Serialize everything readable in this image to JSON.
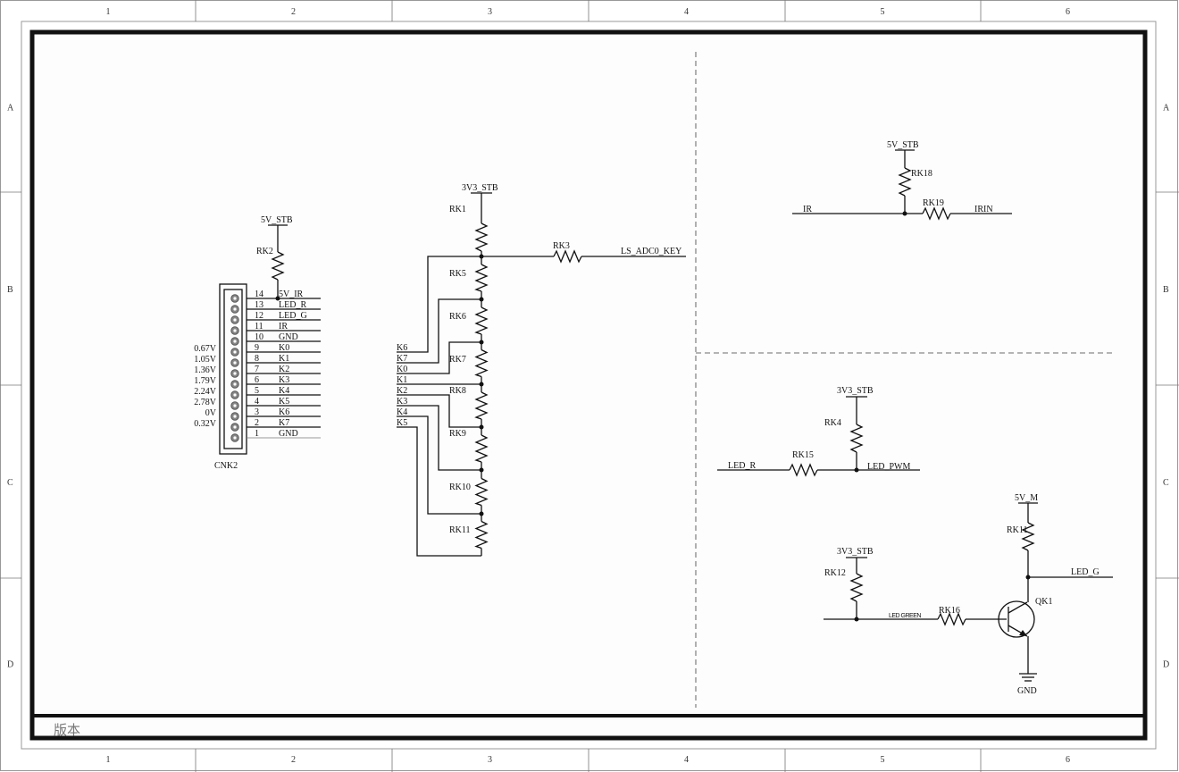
{
  "frame": {
    "columns": [
      "1",
      "2",
      "3",
      "4",
      "5",
      "6"
    ],
    "rows": [
      "A",
      "B",
      "C",
      "D"
    ],
    "title_block_label": "版本"
  },
  "connector": {
    "name": "CNK2",
    "power": "5V_STB",
    "resistor": "RK2",
    "pins": [
      {
        "num": "14",
        "net": "5V_IR",
        "voltage": ""
      },
      {
        "num": "13",
        "net": "LED_R",
        "voltage": ""
      },
      {
        "num": "12",
        "net": "LED_G",
        "voltage": ""
      },
      {
        "num": "11",
        "net": "IR",
        "voltage": ""
      },
      {
        "num": "10",
        "net": "GND",
        "voltage": ""
      },
      {
        "num": "9",
        "net": "K0",
        "voltage": "0.67V"
      },
      {
        "num": "8",
        "net": "K1",
        "voltage": "1.05V"
      },
      {
        "num": "7",
        "net": "K2",
        "voltage": "1.36V"
      },
      {
        "num": "6",
        "net": "K3",
        "voltage": "1.79V"
      },
      {
        "num": "5",
        "net": "K4",
        "voltage": "2.24V"
      },
      {
        "num": "4",
        "net": "K5",
        "voltage": "2.78V"
      },
      {
        "num": "3",
        "net": "K6",
        "voltage": "0V"
      },
      {
        "num": "2",
        "net": "K7",
        "voltage": "0.32V"
      },
      {
        "num": "1",
        "net": "GND",
        "voltage": ""
      }
    ]
  },
  "ladder": {
    "power": "3V3_STB",
    "top_resistor": "RK1",
    "series_resistor": "RK3",
    "output_net": "LS_ADC0_KEY",
    "resistors": [
      "RK5",
      "RK6",
      "RK7",
      "RK8",
      "RK9",
      "RK10",
      "RK11"
    ],
    "keys": [
      "K6",
      "K7",
      "K0",
      "K1",
      "K2",
      "K3",
      "K4",
      "K5"
    ]
  },
  "ir_block": {
    "power": "5V_STB",
    "pullup": "RK18",
    "series": "RK19",
    "input_net": "IR",
    "output_net": "IRIN"
  },
  "led_r_block": {
    "power": "3V3_STB",
    "pullup": "RK4",
    "series": "RK15",
    "input_net": "LED_R",
    "output_net": "LED_PWM"
  },
  "led_g_block": {
    "power": "3V3_STB",
    "pullup": "RK12",
    "series": "RK16",
    "input_net": "LED GREEN",
    "transistor": "QK1",
    "collector_power": "5V_M",
    "collector_resistor": "RK11",
    "output_net": "LED_G",
    "ground": "GND"
  }
}
